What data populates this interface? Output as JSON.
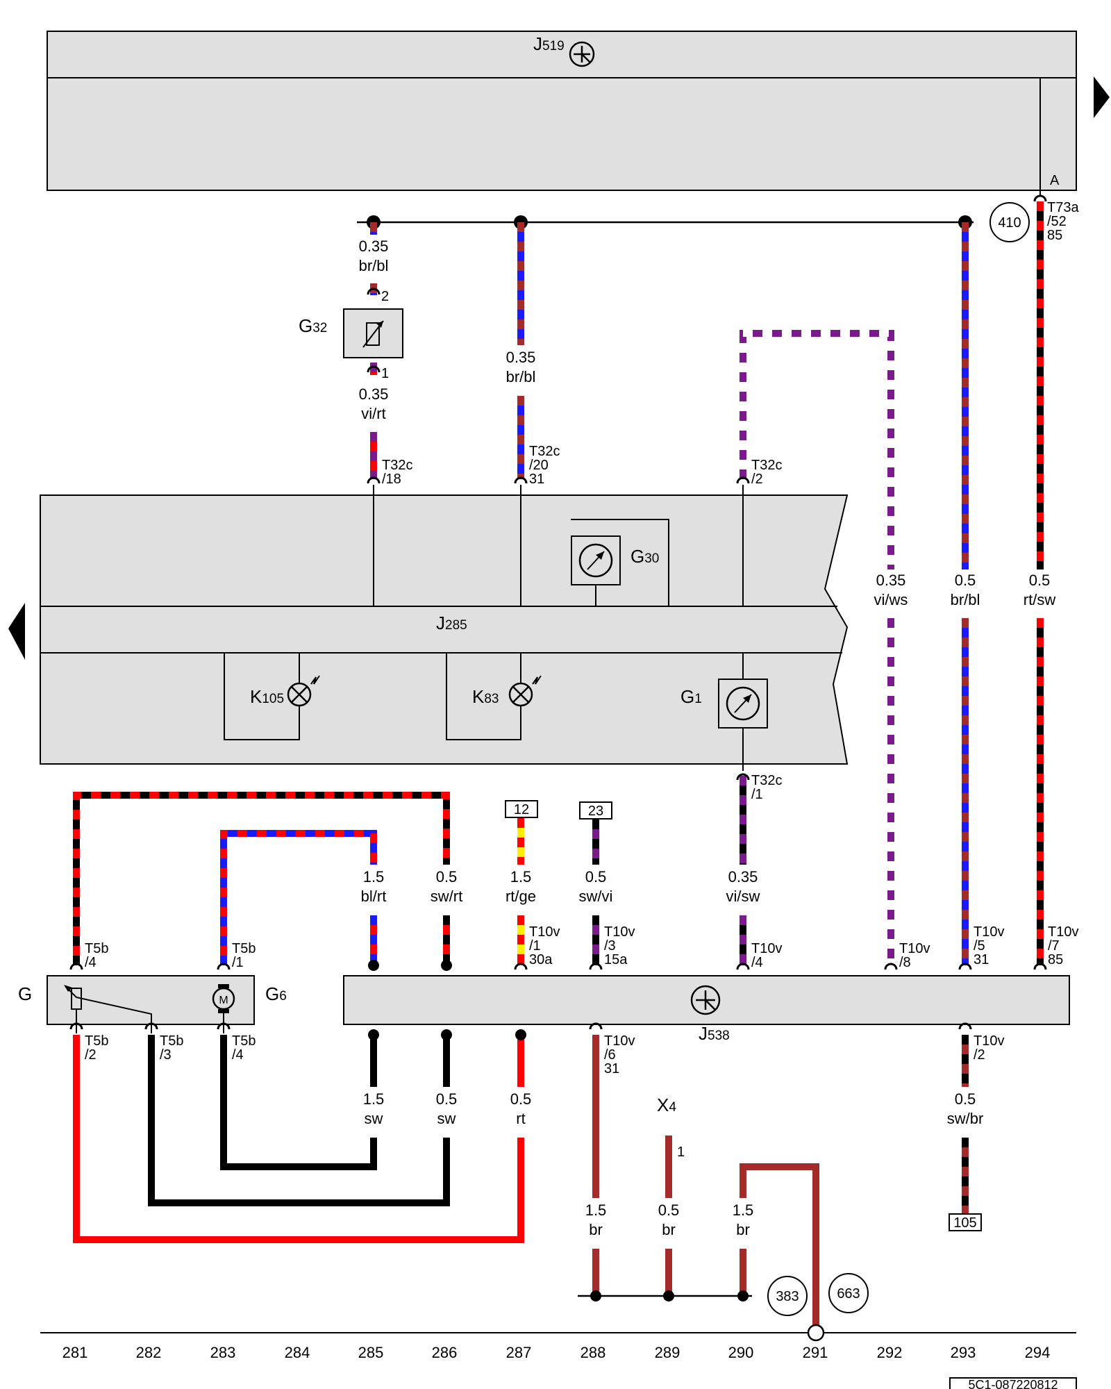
{
  "colors": {
    "br": "#a52a2a",
    "bl": "#1a1aff",
    "rt": "#ff0000",
    "sw": "#000000",
    "vi": "#7a1a8c",
    "ws": "#ffffff",
    "ge": "#ffee00",
    "panel": "#e0e0e0"
  },
  "components": {
    "J519": {
      "name": "J",
      "sub": "519"
    },
    "J285": {
      "name": "J",
      "sub": "285"
    },
    "J538": {
      "name": "J",
      "sub": "538"
    },
    "G32": {
      "name": "G",
      "sub": "32"
    },
    "G30": {
      "name": "G",
      "sub": "30"
    },
    "G1": {
      "name": "G",
      "sub": "1"
    },
    "G6": {
      "name": "G",
      "sub": "6"
    },
    "G": {
      "name": "G",
      "sub": ""
    },
    "K105": {
      "name": "K",
      "sub": "105"
    },
    "K83": {
      "name": "K",
      "sub": "83"
    },
    "X4": {
      "name": "X",
      "sub": "4"
    },
    "motor_symbol": "M"
  },
  "wire_labels": [
    {
      "id": "w1",
      "size": "0.35",
      "color": "br/bl"
    },
    {
      "id": "w2",
      "size": "0.35",
      "color": "vi/rt"
    },
    {
      "id": "w3",
      "size": "0.35",
      "color": "br/bl"
    },
    {
      "id": "w4",
      "size": "0.35",
      "color": "vi/ws"
    },
    {
      "id": "w5",
      "size": "0.5",
      "color": "br/bl"
    },
    {
      "id": "w6",
      "size": "0.5",
      "color": "rt/sw"
    },
    {
      "id": "w7",
      "size": "1.5",
      "color": "bl/rt"
    },
    {
      "id": "w8",
      "size": "0.5",
      "color": "sw/rt"
    },
    {
      "id": "w9",
      "size": "1.5",
      "color": "rt/ge"
    },
    {
      "id": "w10",
      "size": "0.5",
      "color": "sw/vi"
    },
    {
      "id": "w11",
      "size": "0.35",
      "color": "vi/sw"
    },
    {
      "id": "w12",
      "size": "1.5",
      "color": "sw"
    },
    {
      "id": "w13",
      "size": "0.5",
      "color": "sw"
    },
    {
      "id": "w14",
      "size": "0.5",
      "color": "rt"
    },
    {
      "id": "w15",
      "size": "0.5",
      "color": "sw/br"
    },
    {
      "id": "w16",
      "size": "1.5",
      "color": "br"
    },
    {
      "id": "w17",
      "size": "0.5",
      "color": "br"
    },
    {
      "id": "w18",
      "size": "1.5",
      "color": "br"
    }
  ],
  "connectors": [
    {
      "id": "c_t73a",
      "lines": [
        "T73a",
        "/52",
        "85"
      ]
    },
    {
      "id": "c_t32c18",
      "lines": [
        "T32c",
        "/18"
      ]
    },
    {
      "id": "c_t32c20",
      "lines": [
        "T32c",
        "/20",
        "31"
      ]
    },
    {
      "id": "c_t32c2",
      "lines": [
        "T32c",
        "/2"
      ]
    },
    {
      "id": "c_t32c1",
      "lines": [
        "T32c",
        "/1"
      ]
    },
    {
      "id": "c_g32p2",
      "lines": [
        "2"
      ]
    },
    {
      "id": "c_g32p1",
      "lines": [
        "1"
      ]
    },
    {
      "id": "c_t5b4a",
      "lines": [
        "T5b",
        "/4"
      ]
    },
    {
      "id": "c_t5b1",
      "lines": [
        "T5b",
        "/1"
      ]
    },
    {
      "id": "c_t5b2",
      "lines": [
        "T5b",
        "/2"
      ]
    },
    {
      "id": "c_t5b3",
      "lines": [
        "T5b",
        "/3"
      ]
    },
    {
      "id": "c_t5b4b",
      "lines": [
        "T5b",
        "/4"
      ]
    },
    {
      "id": "c_t10v1",
      "lines": [
        "T10v",
        "/1",
        "30a"
      ]
    },
    {
      "id": "c_t10v3",
      "lines": [
        "T10v",
        "/3",
        "15a"
      ]
    },
    {
      "id": "c_t10v4",
      "lines": [
        "T10v",
        "/4"
      ]
    },
    {
      "id": "c_t10v8",
      "lines": [
        "T10v",
        "/8"
      ]
    },
    {
      "id": "c_t10v5",
      "lines": [
        "T10v",
        "/5",
        "31"
      ]
    },
    {
      "id": "c_t10v7",
      "lines": [
        "T10v",
        "/7",
        "85"
      ]
    },
    {
      "id": "c_t10v6",
      "lines": [
        "T10v",
        "/6",
        "31"
      ]
    },
    {
      "id": "c_t10v2",
      "lines": [
        "T10v",
        "/2"
      ]
    },
    {
      "id": "c_x4p1",
      "lines": [
        "1"
      ]
    }
  ],
  "references": {
    "circle_410": "410",
    "circle_383": "383",
    "circle_663": "663",
    "box_12": "12",
    "box_23": "23",
    "box_105": "105",
    "point_A": "A"
  },
  "column_numbers": [
    "281",
    "282",
    "283",
    "284",
    "285",
    "286",
    "287",
    "288",
    "289",
    "290",
    "291",
    "292",
    "293",
    "294"
  ],
  "footer_code": "5C1-087220812"
}
